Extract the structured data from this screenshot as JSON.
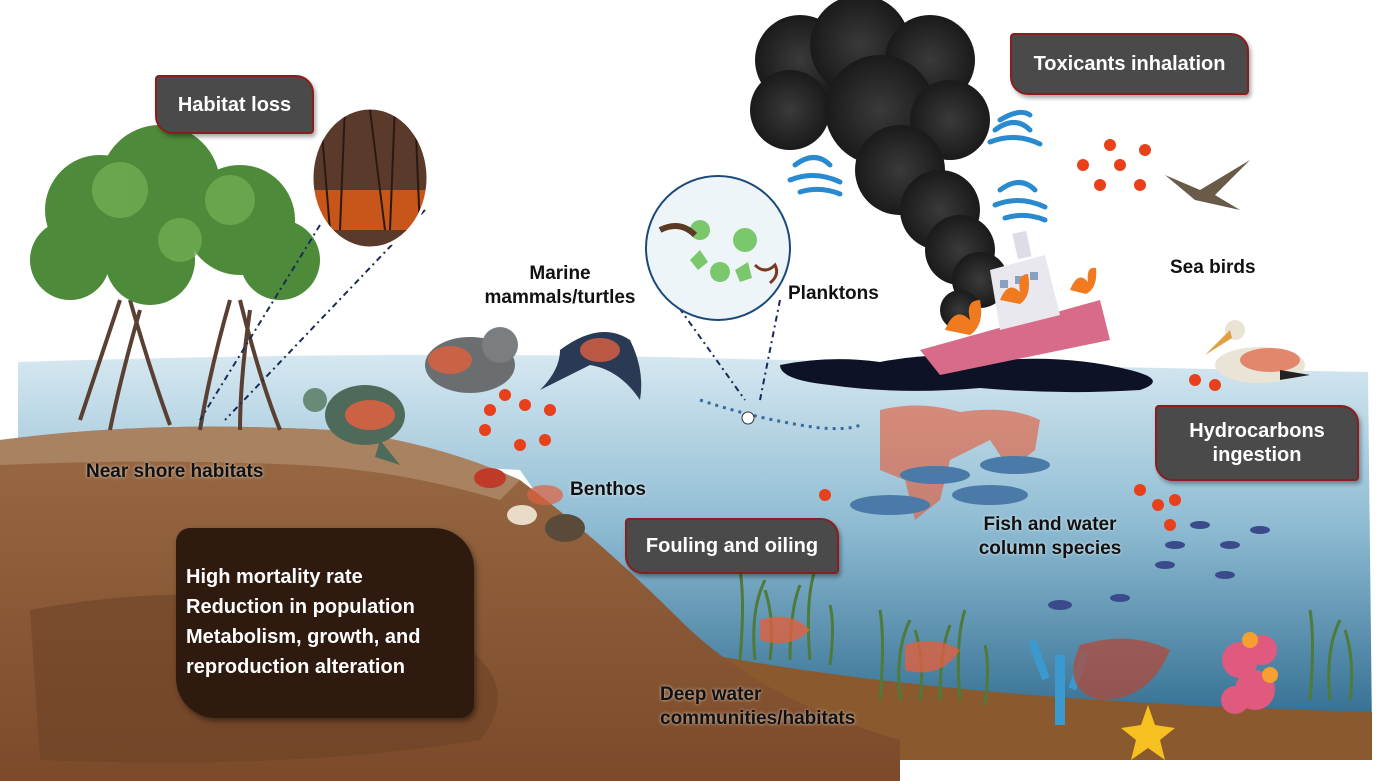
{
  "labels": {
    "habitat_loss": "Habitat loss",
    "toxicants_inhalation": "Toxicants inhalation",
    "marine_mammals_line1": "Marine",
    "marine_mammals_line2": "mammals/turtles",
    "planktons": "Planktons",
    "sea_birds": "Sea birds",
    "hydrocarbons_line1": "Hydrocarbons",
    "hydrocarbons_line2": "ingestion",
    "near_shore": "Near shore habitats",
    "benthos": "Benthos",
    "fouling": "Fouling and oiling",
    "fish_line1": "Fish and water",
    "fish_line2": "column species",
    "deep_water_line1": "Deep water",
    "deep_water_line2": "communities/habitats"
  },
  "effects": {
    "lines": [
      "High mortality rate",
      "Reduction in population",
      "Metabolism, growth, and",
      "reproduction alteration"
    ]
  },
  "colors": {
    "sea_top": "#cfe3ee",
    "sea_bottom": "#2f6b8f",
    "soil": "#8b5a35",
    "soil_dark": "#6e4326",
    "oil_stain": "#e0603f",
    "oil_slick": "#101426",
    "banner": "#4a4a4a",
    "effects_box": "#2e1a0f"
  }
}
